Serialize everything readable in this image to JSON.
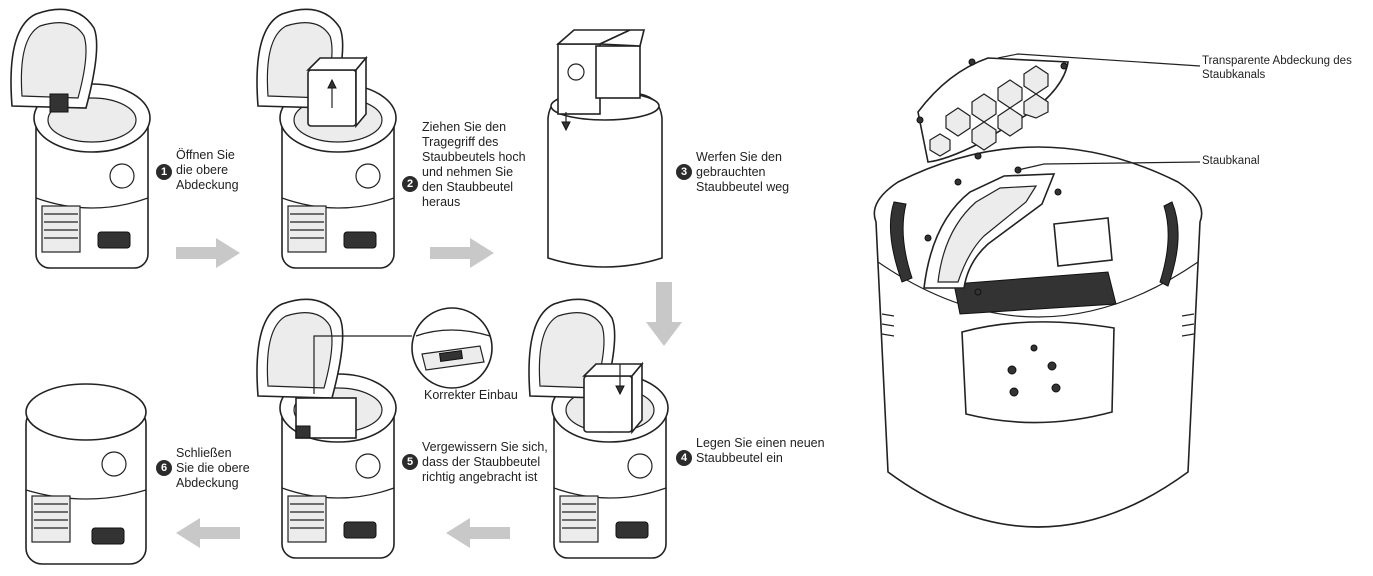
{
  "steps": [
    {
      "number": "1",
      "text": "Öffnen Sie\ndie obere\nAbdeckung"
    },
    {
      "number": "2",
      "text": "Ziehen Sie den\nTragegriff des\nStaubbeutels hoch\nund nehmen Sie\nden Staubbeutel\nheraus"
    },
    {
      "number": "3",
      "text": "Werfen Sie den\ngebrauchten\nStaubbeutel weg"
    },
    {
      "number": "4",
      "text": "Legen Sie einen neuen\nStaubbeutel ein"
    },
    {
      "number": "5",
      "text": "Vergewissern Sie sich,\ndass der Staubbeutel\nrichtig angebracht ist"
    },
    {
      "number": "6",
      "text": "Schließen\nSie die obere\nAbdeckung"
    }
  ],
  "detail_label": "Korrekter Einbau",
  "callouts": {
    "cover": "Transparente Abdeckung des\nStaubkanals",
    "channel": "Staubkanal"
  },
  "colors": {
    "arrow": "#c8c8c8",
    "line": "#222222",
    "badge": "#2b2b2b"
  }
}
